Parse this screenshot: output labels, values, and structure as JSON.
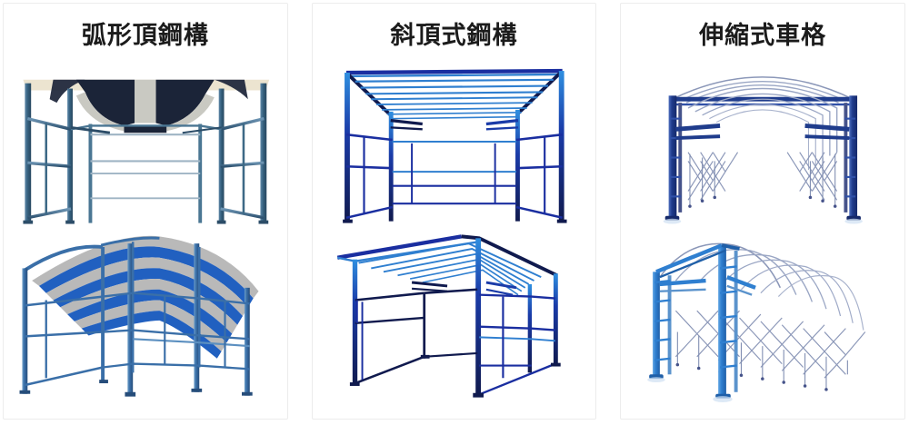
{
  "page": {
    "background": "#ffffff",
    "layout": "three-card-grid",
    "card_border_color": "#ececec"
  },
  "cards": [
    {
      "id": "arched-roof-steel-structure",
      "title": "弧形頂鋼構",
      "figures": [
        {
          "name": "arched-roof-canopy-front-view",
          "description": "front perspective of arched-roof steel carport frame with dark canopy",
          "colors": {
            "frame": "#3f6e93",
            "frame_dark": "#2c4d68",
            "canopy_dark": "#1b2438",
            "canopy_panel": "#c9c9c2",
            "canopy_edge": "#ece4d0"
          }
        },
        {
          "name": "arched-roof-canopy-angled-view",
          "description": "angled perspective of arched-roof carport with blue and gray striped canopy",
          "colors": {
            "frame": "#3a6fa8",
            "frame_dark": "#2a547f",
            "stripe_blue": "#2160c0",
            "stripe_gray": "#b9b9b9"
          }
        }
      ]
    },
    {
      "id": "sloped-roof-steel-structure",
      "title": "斜頂式鋼構",
      "figures": [
        {
          "name": "sloped-roof-frame-front-view",
          "description": "front perspective of sloped roof steel frame with purlins",
          "colors": {
            "frame": "#1a2ea0",
            "frame_dark": "#101a4e",
            "purlin": "#2f7fd0"
          }
        },
        {
          "name": "sloped-roof-frame-angled-view",
          "description": "angled perspective of sloped roof steel frame with purlins",
          "colors": {
            "frame": "#1a2ea0",
            "frame_dark": "#101a4e",
            "purlin": "#2f7fd0"
          }
        }
      ]
    },
    {
      "id": "retractable-parking-bay",
      "title": "伸縮式車格",
      "figures": [
        {
          "name": "retractable-canopy-front-view",
          "description": "front perspective of retractable concertina parking canopy",
          "colors": {
            "frame": "#1f3c8c",
            "frame_light": "#3a5cb8",
            "ribs": "#9aa6c4",
            "scissor": "#7e8cb0"
          }
        },
        {
          "name": "retractable-canopy-angled-view",
          "description": "angled perspective of retractable concertina parking canopy extended",
          "colors": {
            "frame": "#2f7fd0",
            "frame_dark": "#1f5fa8",
            "ribs": "#9aa6c4",
            "scissor": "#8b97b8"
          }
        }
      ]
    }
  ]
}
